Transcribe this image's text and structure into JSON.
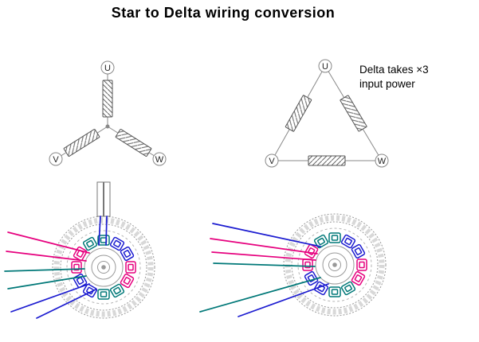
{
  "title": "Star to Delta wiring conversion",
  "star_diagram": {
    "terminal_top": "U",
    "terminal_left": "V",
    "terminal_right": "W"
  },
  "delta_diagram": {
    "terminal_top": "U",
    "terminal_left": "V",
    "terminal_right": "W"
  },
  "annotation": {
    "line1": "Delta takes ×3",
    "line2": "input power"
  },
  "colors": {
    "phase_pink": "#E6007E",
    "phase_blue": "#1B1BD0",
    "phase_teal": "#007878",
    "diagram_gray": "#888888",
    "text_black": "#000000"
  }
}
